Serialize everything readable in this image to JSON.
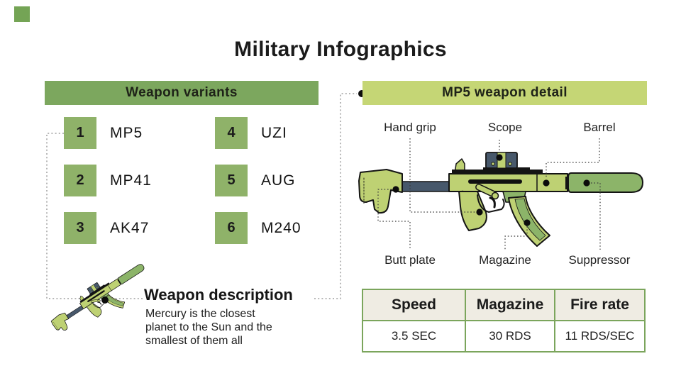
{
  "title": "Military Infographics",
  "variants": {
    "header": "Weapon variants",
    "items": [
      {
        "number": "1",
        "name": "MP5"
      },
      {
        "number": "2",
        "name": "MP41"
      },
      {
        "number": "3",
        "name": "AK47"
      },
      {
        "number": "4",
        "name": "UZI"
      },
      {
        "number": "5",
        "name": "AUG"
      },
      {
        "number": "6",
        "name": "M240"
      }
    ]
  },
  "detail": {
    "header": "MP5 weapon detail",
    "part_labels_top": [
      "Hand grip",
      "Scope",
      "Barrel"
    ],
    "part_labels_bottom": [
      "Butt plate",
      "Magazine",
      "Suppressor"
    ]
  },
  "description": {
    "title": "Weapon description",
    "lines": [
      "Mercury is the closest",
      "planet to the Sun and the",
      "smallest of them all"
    ]
  },
  "specs": {
    "headers": [
      "Speed",
      "Magazine",
      "Fire rate"
    ],
    "values": [
      "3.5 SEC",
      "30 RDS",
      "11 RDS/SEC"
    ]
  },
  "colors": {
    "bar_green": "#7CA75E",
    "number_square_green": "#8FB269",
    "detail_bar_green": "#C5D675",
    "corner_square_green": "#74A455",
    "table_border_green": "#7BA55C",
    "table_header_bg": "#EFECE3",
    "gun_light_green": "#BED173",
    "gun_medium_green": "#8CB469",
    "gun_dark_slate": "#47586B",
    "text_ink": "#1C1C1C",
    "connector_gray": "#9F9F9F",
    "callout_dot_black": "#0C0C0C"
  }
}
